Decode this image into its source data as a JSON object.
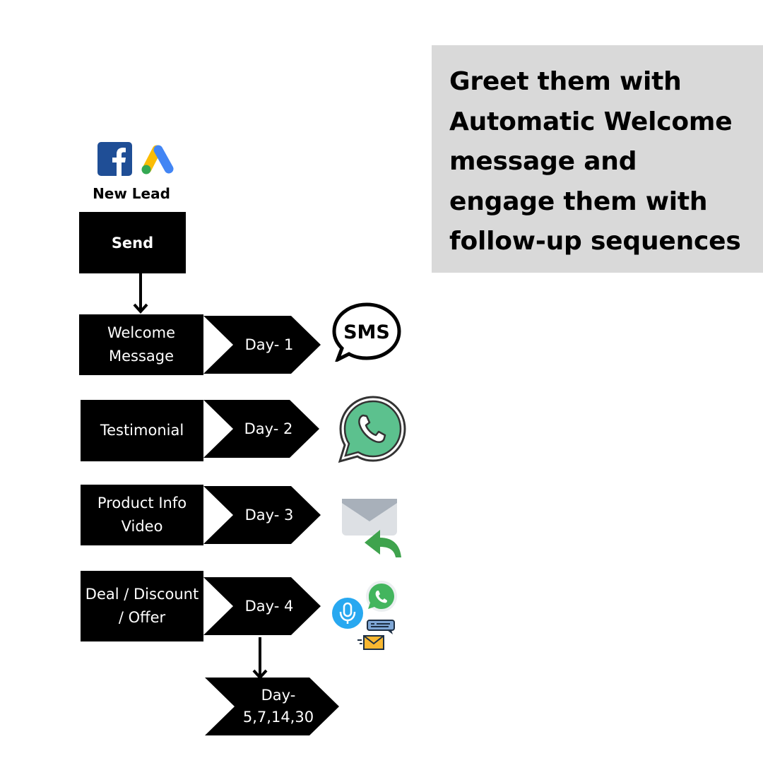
{
  "headline": {
    "l1": "Greet them with",
    "l2a": "Automatic ",
    "l2b": "Welcome",
    "l3a": "message",
    "l3b": " and",
    "l4": "engage them with",
    "l5": "follow-up sequences"
  },
  "source": {
    "label": "New Lead",
    "fb_icon": "facebook-icon",
    "ads_icon": "google-ads-icon"
  },
  "send_label": "Send",
  "steps": [
    {
      "box": [
        "Welcome",
        "Message"
      ],
      "day": [
        "Day- 1"
      ],
      "channel_icon": "sms-bubble-icon",
      "sms_text": "SMS"
    },
    {
      "box": [
        "Testimonial"
      ],
      "day": [
        "Day- 2"
      ],
      "channel_icon": "whatsapp-icon"
    },
    {
      "box": [
        "Product Info",
        "Video"
      ],
      "day": [
        "Day- 3"
      ],
      "channel_icon": "email-reply-icon"
    },
    {
      "box": [
        "Deal / Discount",
        "/ Offer"
      ],
      "day": [
        "Day- 4"
      ],
      "channel_icon": "multi-channel-icon"
    }
  ],
  "final_day": [
    "Day-",
    "5,7,14,30"
  ],
  "colors": {
    "panel": "#d9d9d9",
    "block": "#000000",
    "facebook": "#1f4e96",
    "whatsapp": "#5cc18e",
    "mic": "#28a8f0",
    "reply": "#3fa34d"
  }
}
